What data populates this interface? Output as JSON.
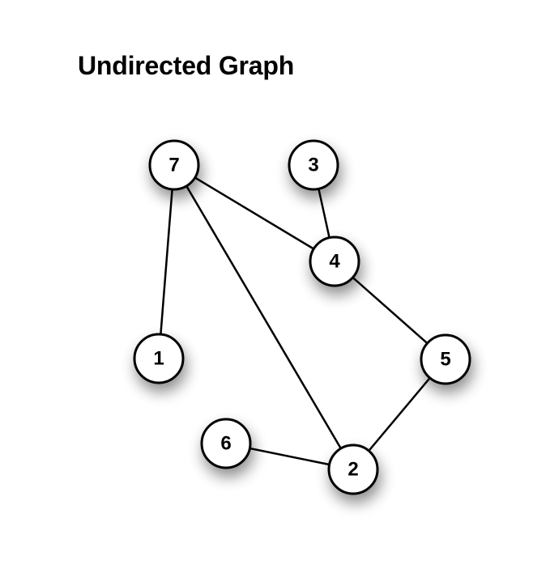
{
  "title": "Undirected Graph",
  "graph": {
    "nodes": [
      {
        "id": "7",
        "label": "7"
      },
      {
        "id": "3",
        "label": "3"
      },
      {
        "id": "4",
        "label": "4"
      },
      {
        "id": "1",
        "label": "1"
      },
      {
        "id": "5",
        "label": "5"
      },
      {
        "id": "6",
        "label": "6"
      },
      {
        "id": "2",
        "label": "2"
      }
    ],
    "edges": [
      {
        "from": "7",
        "to": "1"
      },
      {
        "from": "7",
        "to": "4"
      },
      {
        "from": "7",
        "to": "2"
      },
      {
        "from": "3",
        "to": "4"
      },
      {
        "from": "4",
        "to": "5"
      },
      {
        "from": "5",
        "to": "2"
      },
      {
        "from": "6",
        "to": "2"
      }
    ]
  },
  "colors": {
    "node_fill": "#ffffff",
    "node_stroke": "#000000",
    "edge": "#000000",
    "label": "#000000"
  }
}
